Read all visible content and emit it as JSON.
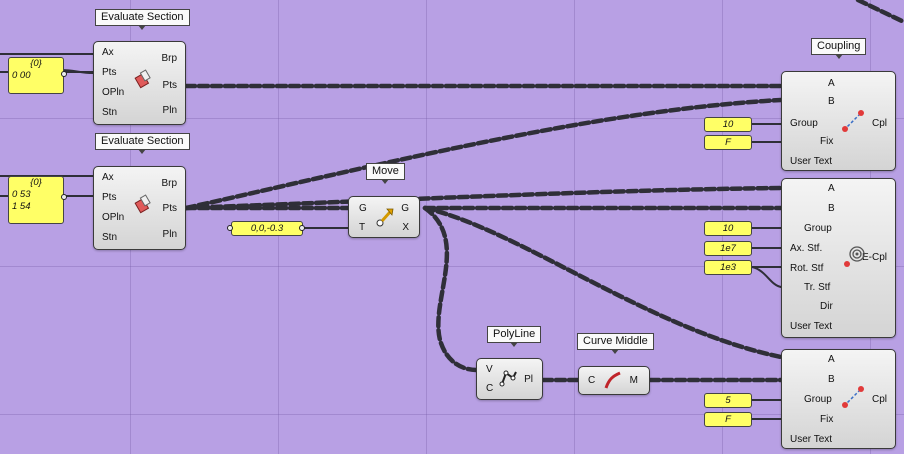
{
  "canvas": {
    "background": "#b8a0e4",
    "wire_color": "#2f2f38",
    "panel_color": "#ffff66"
  },
  "evaluate_section_1": {
    "title": "Evaluate Section",
    "inputs": [
      "Ax",
      "Pts",
      "OPln",
      "Stn"
    ],
    "outputs": [
      "Brp",
      "Pts",
      "Pln"
    ],
    "icon": "evaluate-section-icon"
  },
  "evaluate_section_2": {
    "title": "Evaluate Section",
    "inputs": [
      "Ax",
      "Pts",
      "OPln",
      "Stn"
    ],
    "outputs": [
      "Brp",
      "Pts",
      "Pln"
    ],
    "icon": "evaluate-section-icon"
  },
  "panel_1": {
    "header": "{0}",
    "rows": [
      "0 00"
    ]
  },
  "panel_2": {
    "header": "{0}",
    "rows": [
      "0 53",
      "1 54"
    ]
  },
  "move": {
    "title": "Move",
    "inputs": [
      "G",
      "T"
    ],
    "outputs": [
      "G",
      "X"
    ],
    "icon": "move-arrow-icon"
  },
  "vector_param": {
    "value": "0,0,-0.3"
  },
  "coupling_1": {
    "title": "Coupling",
    "inputs": [
      "A",
      "B",
      "Group",
      "Fix",
      "User Text"
    ],
    "output": "Cpl",
    "group_value": "10",
    "fix_value": "F",
    "icon": "coupling-icon"
  },
  "ecoupling": {
    "inputs": [
      "A",
      "B",
      "Group",
      "Ax. Stf.",
      "Rot. Stf",
      "Tr. Stf",
      "Dir",
      "User Text"
    ],
    "output": "E-Cpl",
    "group_value": "10",
    "ax_stf_value": "1e7",
    "rot_stf_value": "1e3",
    "icon": "elastic-coupling-icon"
  },
  "coupling_2": {
    "inputs": [
      "A",
      "B",
      "Group",
      "Fix",
      "User Text"
    ],
    "output": "Cpl",
    "group_value": "5",
    "fix_value": "F",
    "icon": "coupling-icon"
  },
  "polyline": {
    "title": "PolyLine",
    "inputs": [
      "V",
      "C"
    ],
    "output": "Pl",
    "icon": "polyline-icon"
  },
  "curve_middle": {
    "title": "Curve Middle",
    "input": "C",
    "output": "M",
    "icon": "curve-middle-icon"
  }
}
